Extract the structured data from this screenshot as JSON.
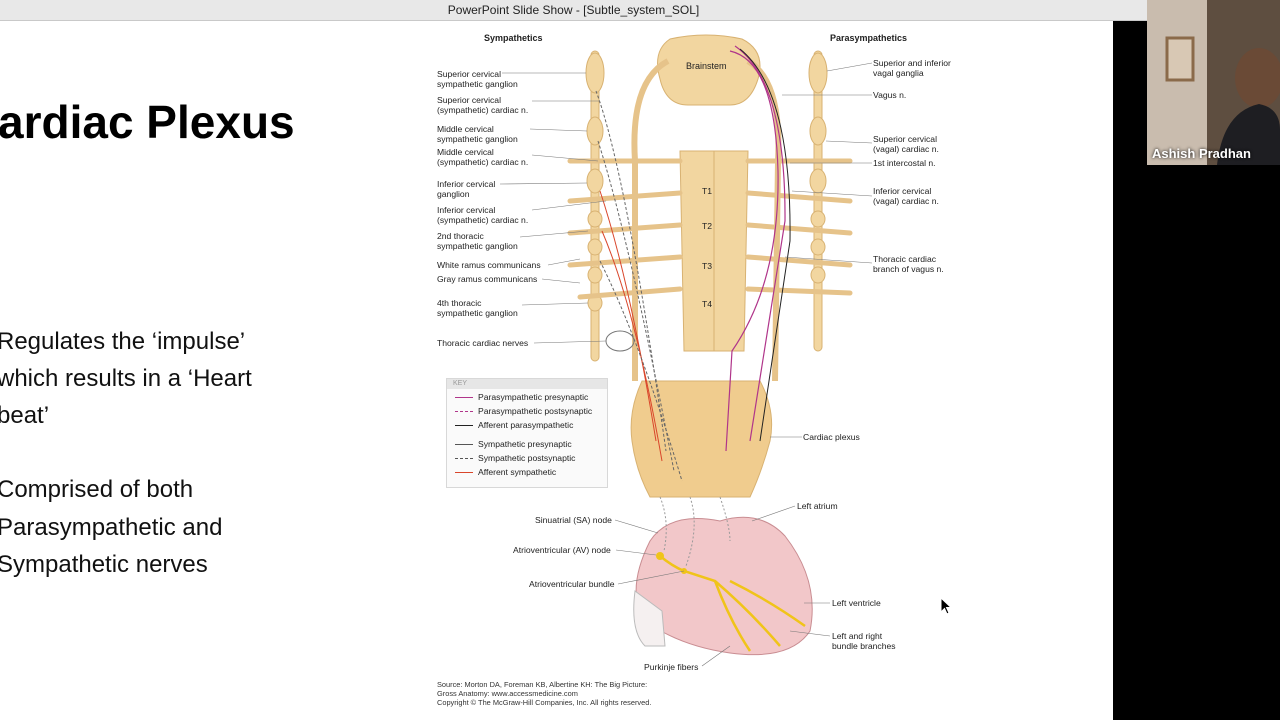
{
  "window": {
    "title": "PowerPoint Slide Show - [Subtle_system_SOL]"
  },
  "slide": {
    "title": "ardiac Plexus",
    "bullets": [
      [
        "Regulates the ‘impulse’",
        "which results in a ‘Heart",
        "beat’"
      ],
      [
        "Comprised of both",
        "Parasympathetic and",
        "Sympathetic nerves"
      ]
    ]
  },
  "figure": {
    "headers": {
      "left": "Sympathetics",
      "right": "Parasympathetics"
    },
    "cord_labels": {
      "brainstem": "Brainstem",
      "t1": "T1",
      "t2": "T2",
      "t3": "T3",
      "t4": "T4"
    },
    "left_labels": [
      [
        "Superior cervical",
        "sympathetic ganglion"
      ],
      [
        "Superior cervical",
        "(sympathetic) cardiac n."
      ],
      [
        "Middle cervical",
        "sympathetic ganglion"
      ],
      [
        "Middle cervical",
        "(sympathetic) cardiac n."
      ],
      [
        "Inferior cervical",
        "ganglion"
      ],
      [
        "Inferior cervical",
        "(sympathetic) cardiac n."
      ],
      [
        "2nd thoracic",
        "sympathetic ganglion"
      ],
      [
        "White ramus communicans"
      ],
      [
        "Gray ramus communicans"
      ],
      [
        "4th thoracic",
        "sympathetic ganglion"
      ],
      [
        "Thoracic cardiac nerves"
      ]
    ],
    "right_labels": [
      [
        "Superior and inferior",
        "vagal ganglia"
      ],
      [
        "Vagus n."
      ],
      [
        "Superior cervical",
        "(vagal) cardiac n."
      ],
      [
        "1st intercostal n."
      ],
      [
        "Inferior cervical",
        "(vagal) cardiac n."
      ],
      [
        "Thoracic cardiac",
        "branch of vagus n."
      ]
    ],
    "plexus_label": "Cardiac plexus",
    "heart_labels": {
      "sa_node": "Sinuatrial (SA) node",
      "av_node": "Atrioventricular (AV) node",
      "av_bundle": "Atrioventricular bundle",
      "left_atrium": "Left atrium",
      "left_ventricle": "Left ventricle",
      "bundle_branches": [
        "Left and right",
        "bundle branches"
      ],
      "purkinje": "Purkinje fibers"
    },
    "key": {
      "title": "KEY",
      "items": [
        {
          "label": "Parasympathetic presynaptic",
          "color": "#b0358a",
          "style": "solid"
        },
        {
          "label": "Parasympathetic postsynaptic",
          "color": "#b0358a",
          "style": "dashed"
        },
        {
          "label": "Afferent parasympathetic",
          "color": "#222222",
          "style": "solid"
        },
        {
          "label": "Sympathetic presynaptic",
          "color": "#555555",
          "style": "solid"
        },
        {
          "label": "Sympathetic postsynaptic",
          "color": "#555555",
          "style": "dashed"
        },
        {
          "label": "Afferent sympathetic",
          "color": "#d9462b",
          "style": "solid"
        }
      ]
    },
    "source": [
      "Source: Morton DA, Foreman KB, Albertine KH: The Big Picture:",
      "Gross Anatomy: www.accessmedicine.com",
      "Copyright © The McGraw-Hill Companies, Inc. All rights reserved."
    ]
  },
  "video": {
    "participant_name": "Ashish Pradhan"
  },
  "colors": {
    "nerve_tan": "#f2d6a0",
    "nerve_outline": "#d8b272",
    "heart_pink": "#f2c7c9",
    "conduction_yellow": "#f0c419"
  }
}
